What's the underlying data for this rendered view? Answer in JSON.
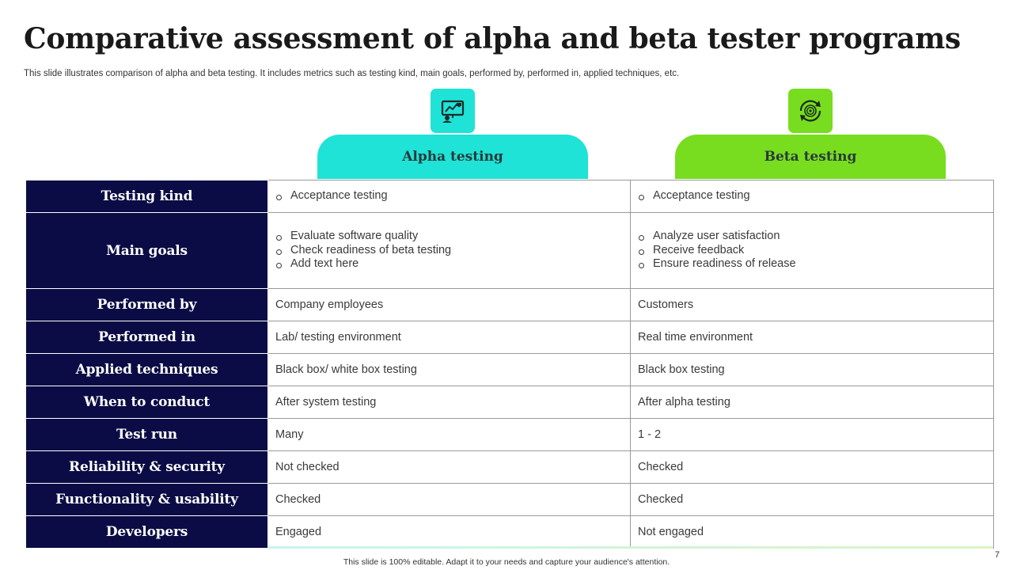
{
  "title": "Comparative assessment of alpha and beta tester programs",
  "subtitle": "This slide illustrates comparison of alpha and beta testing. It includes metrics such as testing kind, main goals, performed by, performed in, applied techniques, etc.",
  "columns": {
    "alpha": {
      "label": "Alpha testing",
      "icon": "presentation-chart-icon",
      "color": "#1ee3d6"
    },
    "beta": {
      "label": "Beta testing",
      "icon": "cycle-fingerprint-icon",
      "color": "#77dd1e"
    }
  },
  "rows": [
    {
      "label": "Testing kind",
      "alpha": [
        "Acceptance testing"
      ],
      "beta": [
        "Acceptance testing"
      ]
    },
    {
      "label": "Main goals",
      "alpha": [
        "Evaluate software quality",
        "Check readiness of beta testing",
        "Add text here"
      ],
      "beta": [
        "Analyze user satisfaction",
        "Receive feedback",
        "Ensure readiness of release"
      ]
    },
    {
      "label": "Performed by",
      "alpha": "Company employees",
      "beta": "Customers"
    },
    {
      "label": "Performed in",
      "alpha": "Lab/ testing environment",
      "beta": "Real time environment"
    },
    {
      "label": "Applied techniques",
      "alpha": "Black box/ white box testing",
      "beta": "Black box testing"
    },
    {
      "label": "When to conduct",
      "alpha": "After system testing",
      "beta": "After alpha testing"
    },
    {
      "label": "Test run",
      "alpha": "Many",
      "beta": "1 - 2"
    },
    {
      "label": "Reliability & security",
      "alpha": "Not checked",
      "beta": "Checked"
    },
    {
      "label": "Functionality & usability",
      "alpha": "Checked",
      "beta": "Checked"
    },
    {
      "label": "Developers",
      "alpha": "Engaged",
      "beta": "Not engaged"
    }
  ],
  "footer": "This slide is 100% editable. Adapt it to your needs and capture your audience's attention.",
  "page_number": "7",
  "colors": {
    "label_bg": "#0b0c45",
    "alpha": "#1ee3d6",
    "beta": "#77dd1e"
  }
}
